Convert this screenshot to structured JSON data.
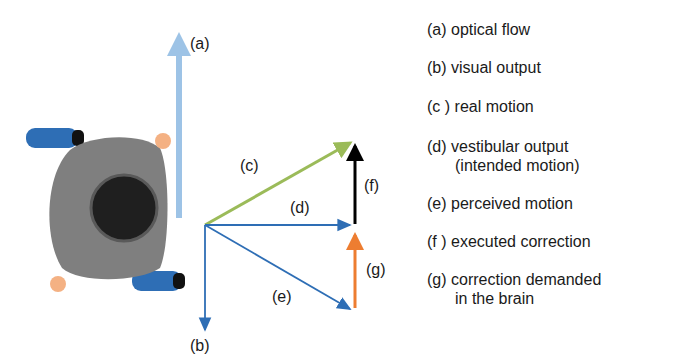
{
  "diagram": {
    "labels": [
      "(a)",
      "(c)",
      "(d)",
      "(f)",
      "(g)",
      "(e)",
      "(b)",
      "(a) optical flow",
      "(b) visual output",
      "(c ) real motion",
      "(d) vestibular output (intended motion)",
      "(e) perceived motion",
      "(f ) executed correction",
      "(g) correction demanded in the brain"
    ]
  }
}
